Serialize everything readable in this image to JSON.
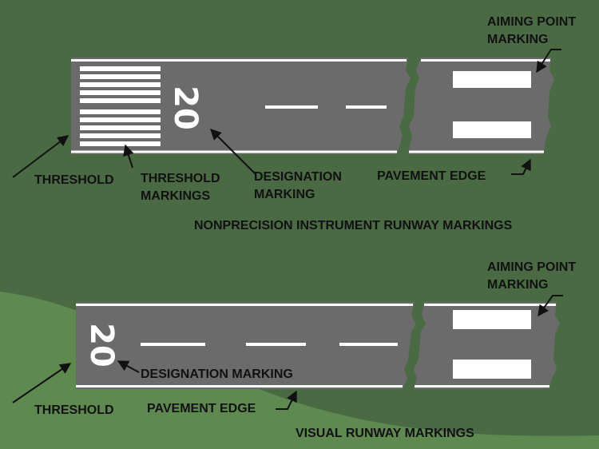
{
  "colors": {
    "background": "#4a6a44",
    "background_light": "#5e8a52",
    "pavement": "#6b6b6b",
    "marking": "#ffffff",
    "label": "#111111"
  },
  "nonprecision": {
    "title": "NONPRECISION INSTRUMENT RUNWAY MARKINGS",
    "designation_number": "20",
    "labels": {
      "threshold": "THRESHOLD",
      "threshold_markings_1": "THRESHOLD",
      "threshold_markings_2": "MARKINGS",
      "designation_1": "DESIGNATION",
      "designation_2": "MARKING",
      "pavement_edge": "PAVEMENT EDGE",
      "aiming_point_1": "AIMING POINT",
      "aiming_point_2": "MARKING"
    }
  },
  "visual": {
    "title": "VISUAL RUNWAY MARKINGS",
    "designation_number": "20",
    "labels": {
      "threshold": "THRESHOLD",
      "designation": "DESIGNATION MARKING",
      "pavement_edge": "PAVEMENT EDGE",
      "aiming_point_1": "AIMING POINT",
      "aiming_point_2": "MARKING"
    }
  }
}
